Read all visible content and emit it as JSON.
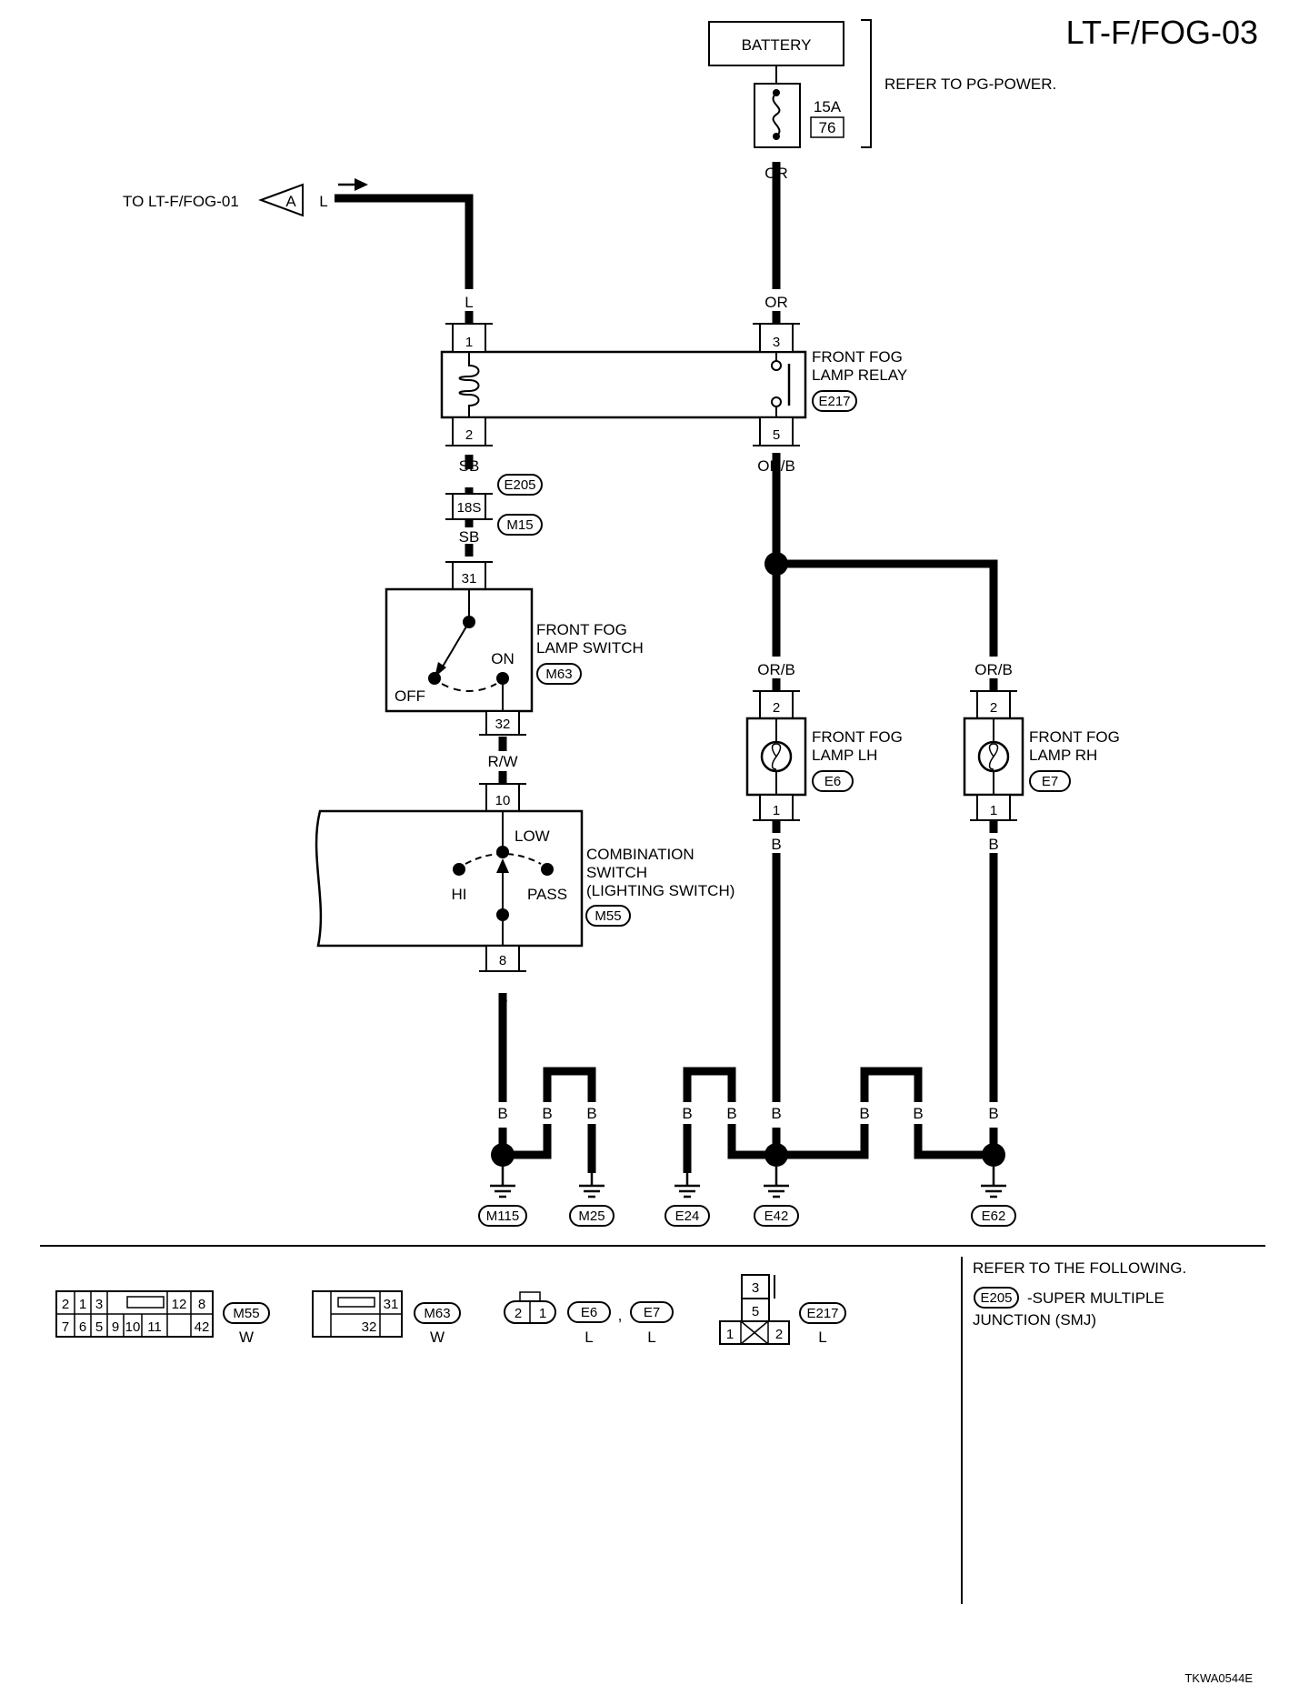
{
  "header": {
    "page_id": "LT-F/FOG-03",
    "figure_code": "TKWA0544E"
  },
  "power": {
    "battery_label": "BATTERY",
    "fuse_amps": "15A",
    "fuse_no": "76",
    "refer_note": "REFER TO PG-POWER."
  },
  "offpage": {
    "text": "TO LT-F/FOG-01",
    "connector": "A",
    "wire": "L"
  },
  "wires": {
    "l": "L",
    "or": "OR",
    "sb": "SB",
    "orb": "OR/B",
    "rw": "R/W",
    "b": "B"
  },
  "relay": {
    "title_line1": "FRONT FOG",
    "title_line2": "LAMP RELAY",
    "connector": "E217",
    "pins": {
      "p1": "1",
      "p2": "2",
      "p3": "3",
      "p5": "5"
    }
  },
  "smj": {
    "pin": "18S",
    "connector_top": "E205",
    "connector_bottom": "M15"
  },
  "fog_switch": {
    "title_line1": "FRONT FOG",
    "title_line2": "LAMP SWITCH",
    "connector": "M63",
    "on": "ON",
    "off": "OFF",
    "pin_top": "31",
    "pin_bottom": "32"
  },
  "combo_switch": {
    "title_line1": "COMBINATION",
    "title_line2": "SWITCH",
    "title_line3": "(LIGHTING SWITCH)",
    "connector": "M55",
    "low": "LOW",
    "hi": "HI",
    "pass": "PASS",
    "pin_top": "10",
    "pin_bottom": "8"
  },
  "lamp_lh": {
    "title_line1": "FRONT FOG",
    "title_line2": "LAMP LH",
    "connector": "E6",
    "pin_top": "2",
    "pin_bottom": "1"
  },
  "lamp_rh": {
    "title_line1": "FRONT FOG",
    "title_line2": "LAMP RH",
    "connector": "E7",
    "pin_top": "2",
    "pin_bottom": "1"
  },
  "grounds": [
    "M115",
    "M25",
    "E24",
    "E42",
    "E62"
  ],
  "connector_views": {
    "m55": {
      "id": "M55",
      "color": "W",
      "row1": [
        "2",
        "1",
        "3",
        "12",
        "8"
      ],
      "row2": [
        "7",
        "6",
        "5",
        "9",
        "10",
        "11",
        "42"
      ]
    },
    "m63": {
      "id": "M63",
      "color": "W",
      "pins": [
        "31",
        "32"
      ]
    },
    "e6e7": {
      "id1": "E6",
      "id2": "E7",
      "sep": ",",
      "color1": "L",
      "color2": "L",
      "pins": [
        "2",
        "1"
      ]
    },
    "e217": {
      "id": "E217",
      "color": "L",
      "pins": [
        "3",
        "5",
        "1",
        "2"
      ]
    }
  },
  "refer": {
    "heading": "REFER TO THE FOLLOWING.",
    "connector": "E205",
    "line1": "-SUPER MULTIPLE",
    "line2": "JUNCTION (SMJ)"
  }
}
